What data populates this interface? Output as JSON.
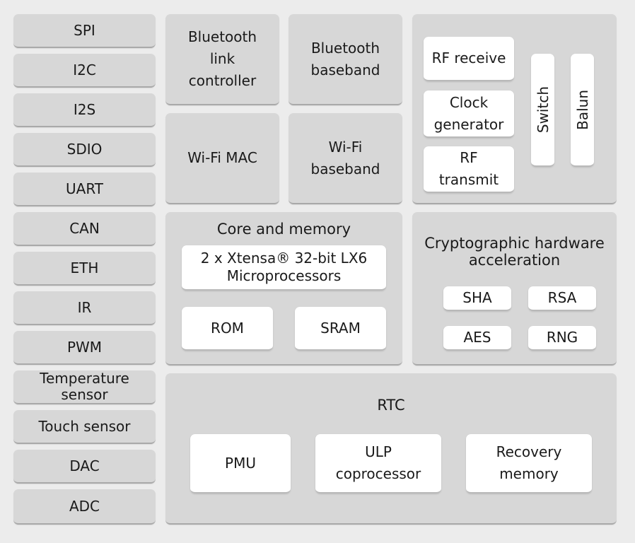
{
  "peripherals": [
    "SPI",
    "I2C",
    "I2S",
    "SDIO",
    "UART",
    "CAN",
    "ETH",
    "IR",
    "PWM",
    "Temperature\nsensor",
    "Touch sensor",
    "DAC",
    "ADC"
  ],
  "wireless": {
    "bt_link": "Bluetooth\nlink\ncontroller",
    "bt_baseband": "Bluetooth\nbaseband",
    "wifi_mac": "Wi-Fi MAC",
    "wifi_baseband": "Wi-Fi\nbaseband"
  },
  "rf": {
    "receive": "RF receive",
    "clock": "Clock\ngenerator",
    "transmit": "RF\ntransmit",
    "switch": "Switch",
    "balun": "Balun"
  },
  "core": {
    "title": "Core and memory",
    "cpu": "2 x Xtensa® 32-bit LX6\nMicroprocessors",
    "rom": "ROM",
    "sram": "SRAM"
  },
  "crypto": {
    "title": "Cryptographic hardware\nacceleration",
    "sha": "SHA",
    "rsa": "RSA",
    "aes": "AES",
    "rng": "RNG"
  },
  "rtc": {
    "title": "RTC",
    "pmu": "PMU",
    "ulp": "ULP\ncoprocessor",
    "recovery": "Recovery\nmemory"
  }
}
